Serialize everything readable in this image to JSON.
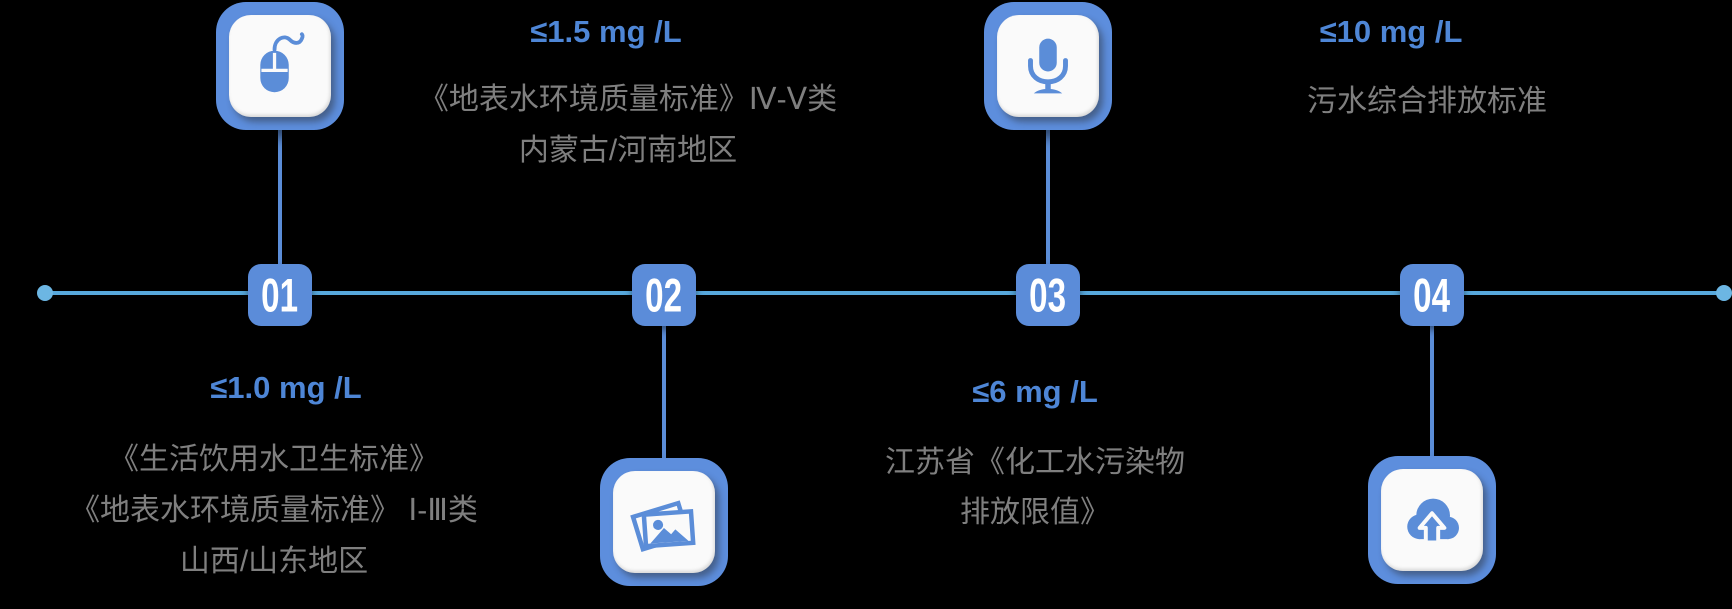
{
  "page": {
    "background_color": "#000000",
    "type": "horizontal-timeline-infographic"
  },
  "colors": {
    "accent_blue_text": "#4e86d6",
    "badge_blue": "#5b8cd9",
    "tile_blue": "#5d8edd",
    "axis_blue": "#57a8dc",
    "endpoint_dot_blue": "#6cb6e3",
    "body_gray_text": "#7f7f7f",
    "tile_inner_white": "#fafafa",
    "number_text_white": "#ffffff"
  },
  "milestones": [
    {
      "number": "01",
      "icon": "mouse-icon",
      "side": "bottom",
      "limit": "≤1.0 mg /L",
      "description_lines": [
        "《生活饮用水卫生标准》",
        "《地表水环境质量标准》 Ⅰ-Ⅲ类",
        "山西/山东地区"
      ]
    },
    {
      "number": "02",
      "icon": "photos-icon",
      "side": "top",
      "limit": "≤1.5 mg /L",
      "description_lines": [
        "《地表水环境质量标准》Ⅳ-Ⅴ类",
        "内蒙古/河南地区"
      ]
    },
    {
      "number": "03",
      "icon": "microphone-icon",
      "side": "bottom",
      "limit": "≤6 mg /L",
      "description_lines": [
        "江苏省《化工水污染物",
        "排放限值》"
      ]
    },
    {
      "number": "04",
      "icon": "cloud-upload-icon",
      "side": "top",
      "limit": "≤10 mg /L",
      "description_lines": [
        "污水综合排放标准"
      ]
    }
  ]
}
